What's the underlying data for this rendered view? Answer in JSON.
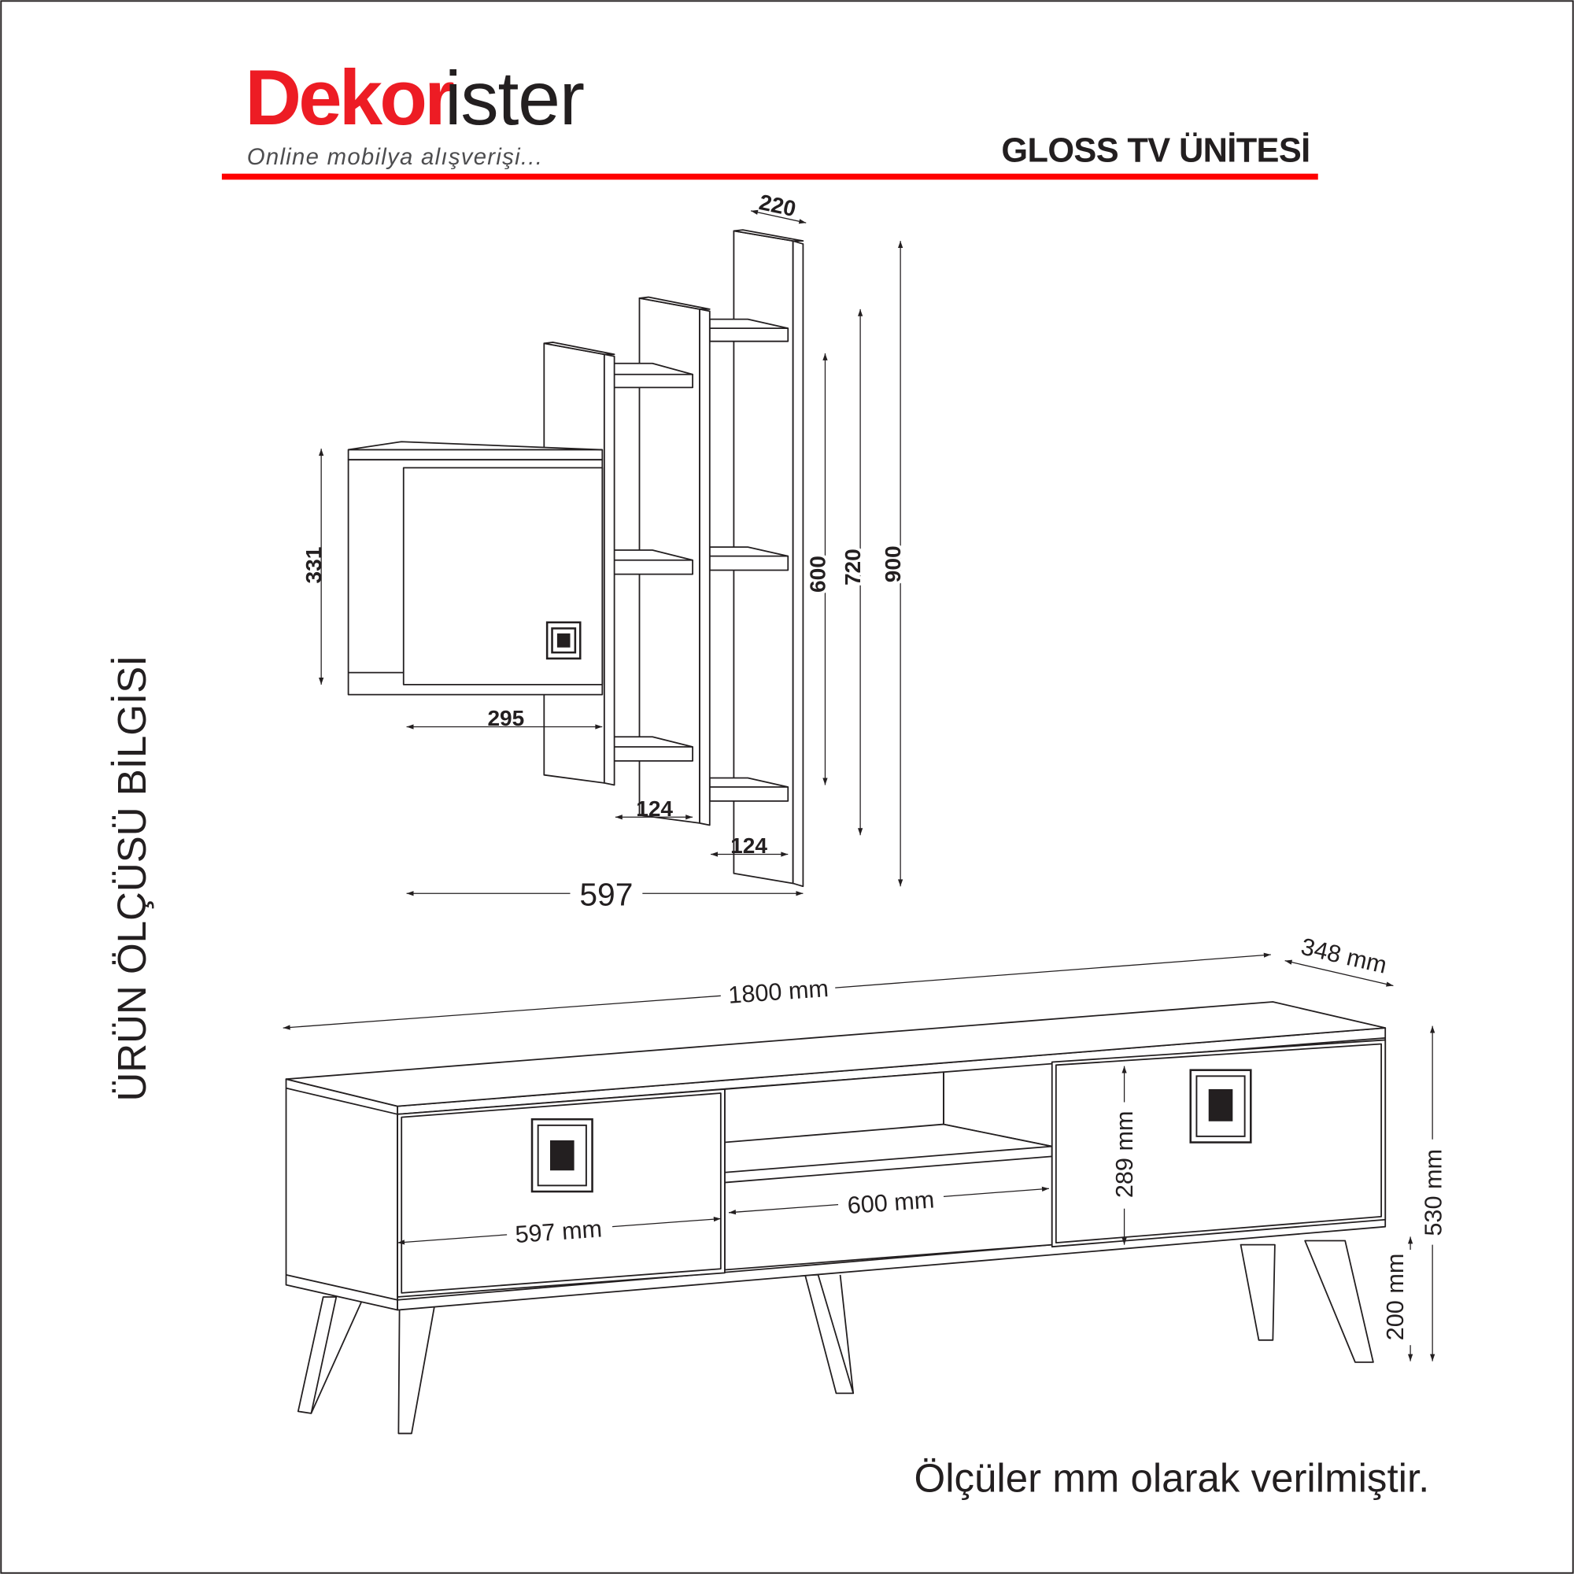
{
  "brand": {
    "name_red": "Dekor",
    "name_dark": "ister",
    "tagline": "Online mobilya alışverişi...",
    "red": "#ed1c24",
    "dark": "#231f20"
  },
  "header": {
    "title": "GLOSS TV ÜNİTESİ"
  },
  "side_title": "ÜRÜN ÖLÇÜSÜ BİLGİSİ",
  "wall_shelf": {
    "depth": "220",
    "cabinet_height": "331",
    "cabinet_width": "295",
    "shelf_width_1": "124",
    "shelf_width_2": "124",
    "total_width": "597",
    "height_1": "600",
    "height_2": "720",
    "height_3": "900"
  },
  "tv_unit": {
    "width": "1800 mm",
    "depth": "348 mm",
    "door_width": "597 mm",
    "opening_width": "600 mm",
    "door_height": "289 mm",
    "total_height": "530 mm",
    "leg_height": "200 mm"
  },
  "footer_note": "Ölçüler mm olarak verilmiştir."
}
